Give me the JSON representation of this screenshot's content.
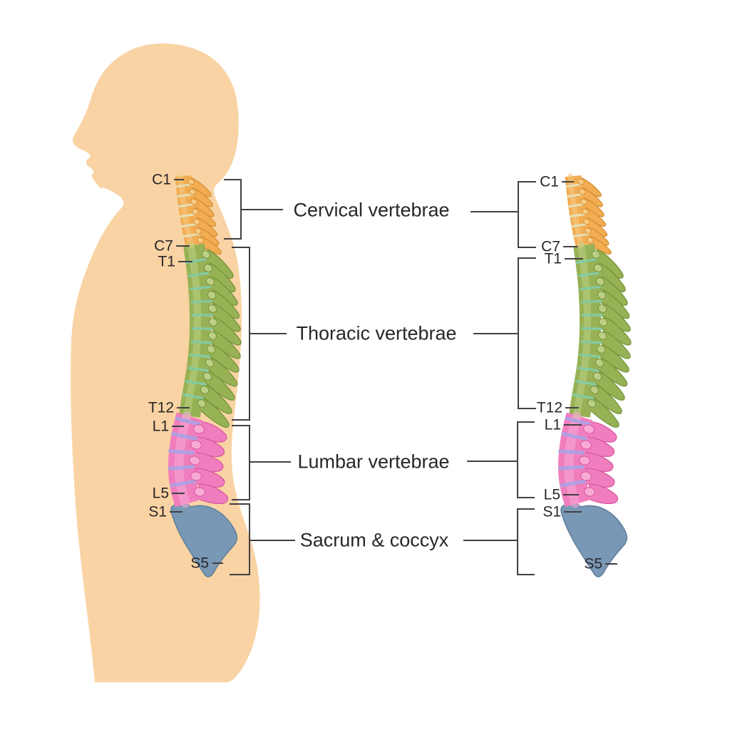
{
  "figure": {
    "type": "anatomy-diagram",
    "subject": "Human vertebral column, side view, with body silhouette",
    "sections": [
      {
        "name": "Cervical vertebrae",
        "range_start": "C1",
        "range_end": "C7",
        "color": "#F2AC52"
      },
      {
        "name": "Thoracic vertebrae",
        "range_start": "T1",
        "range_end": "T12",
        "color": "#94B054"
      },
      {
        "name": "Lumbar vertebrae",
        "range_start": "L1",
        "range_end": "L5",
        "color": "#F07EBE"
      },
      {
        "name": "Sacrum & coccyx",
        "range_start": "S1",
        "range_end": "S5",
        "color": "#7998B5"
      }
    ]
  },
  "vertebra_labels": {
    "c1": "C1",
    "c7": "C7",
    "t1": "T1",
    "t12": "T12",
    "l1": "L1",
    "l5": "L5",
    "s1": "S1",
    "s5": "S5"
  },
  "colors": {
    "background": "#FFFFFF",
    "skin": "#F9D3A4",
    "cervical": "#F2AC52",
    "cervical_dark": "#D68F35",
    "cervical_light": "#F8CB82",
    "thoracic": "#97B155",
    "thoracic_dark": "#75953B",
    "thoracic_light": "#BCCF85",
    "lumbar": "#F07EBE",
    "lumbar_dark": "#D8569F",
    "lumbar_light": "#F8AAD5",
    "sacrum": "#7998B5",
    "sacrum_dark": "#5C7E9C",
    "disc_cervical": "#E3E2BC",
    "disc_thoracic": "#82CBA6",
    "disc_lumbar": "#ACA1E3",
    "line": "#414042",
    "text": "#2A2627"
  }
}
